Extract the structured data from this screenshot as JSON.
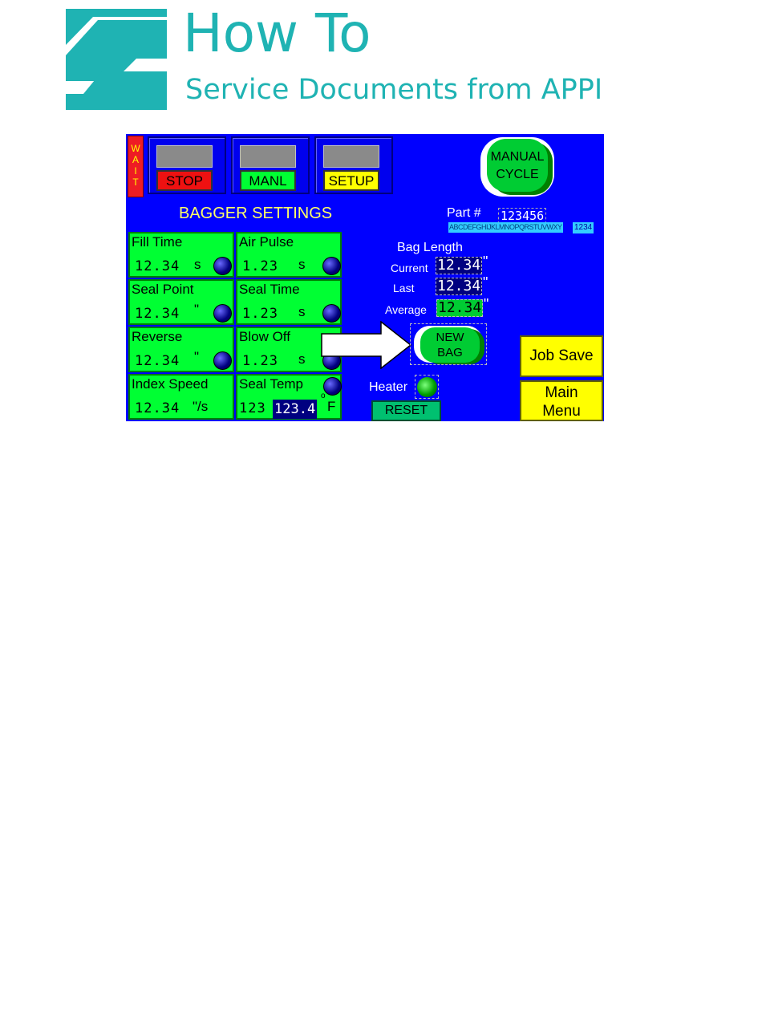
{
  "header": {
    "title": "How To",
    "subtitle": "Service Documents from APPI",
    "logo_color": "#1fb3b3"
  },
  "screen": {
    "wait_letters": [
      "W",
      "A",
      "I",
      "T"
    ],
    "mode_buttons": [
      {
        "label": "STOP",
        "color": "#ee1111"
      },
      {
        "label": "MANL",
        "color": "#00ff33"
      },
      {
        "label": "SETUP",
        "color": "#ffff00"
      }
    ],
    "manual_cycle": {
      "line1": "MANUAL",
      "line2": "CYCLE"
    },
    "bagger_title": "BAGGER SETTINGS",
    "settings": {
      "fill_time": {
        "label": "Fill Time",
        "value": "12.34",
        "unit": "s"
      },
      "air_pulse": {
        "label": "Air Pulse",
        "value": "1.23",
        "unit": "s"
      },
      "seal_point": {
        "label": "Seal Point",
        "value": "12.34",
        "unit": "\""
      },
      "seal_time": {
        "label": "Seal Time",
        "value": "1.23",
        "unit": "s"
      },
      "reverse": {
        "label": "Reverse",
        "value": "12.34",
        "unit": "\""
      },
      "blow_off": {
        "label": "Blow Off",
        "value": "1.23",
        "unit": "s"
      },
      "index_speed": {
        "label": "Index Speed",
        "value": "12.34",
        "unit": "\"/s"
      },
      "seal_temp": {
        "label": "Seal Temp",
        "setpoint": "123",
        "actual": "123.4",
        "deg": "o",
        "unit": "F"
      }
    },
    "part": {
      "label": "Part #",
      "value": "123456",
      "alpha": "ABCDEFGHIJKLMNOPQRSTUVWXY",
      "num": "1234"
    },
    "bag_length": {
      "title": "Bag Length",
      "current_label": "Current",
      "current": "12.34",
      "last_label": "Last",
      "last": "12.34",
      "average_label": "Average",
      "average": "12.34",
      "inch": "\""
    },
    "new_bag": {
      "line1": "NEW",
      "line2": "BAG"
    },
    "heater_label": "Heater",
    "reset_label": "RESET",
    "job_save_label": "Job Save",
    "main_menu": {
      "line1": "Main",
      "line2": "Menu"
    }
  }
}
